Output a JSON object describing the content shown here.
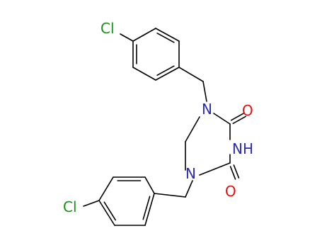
{
  "atoms": {
    "cl_top": {
      "label": "Cl",
      "color": "#1a8f1a"
    },
    "n_top": {
      "label": "N",
      "color": "#2b2bb8"
    },
    "o_top": {
      "label": "O",
      "color": "#e01010"
    },
    "nh": {
      "label": "NH",
      "color": "#2b2bb8"
    },
    "n_bottom": {
      "label": "N",
      "color": "#2b2bb8"
    },
    "o_bottom": {
      "label": "O",
      "color": "#e01010"
    },
    "cl_bottom": {
      "label": "Cl",
      "color": "#1a8f1a"
    }
  }
}
